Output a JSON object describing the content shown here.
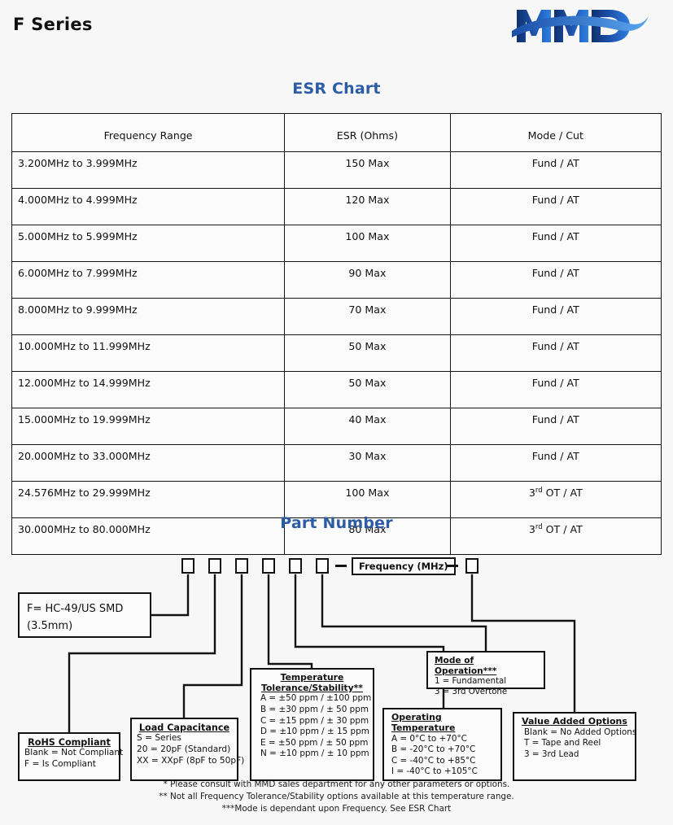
{
  "header": {
    "series_title": "F Series",
    "logo_text": "MMD",
    "logo_color": "#1b4fa8"
  },
  "esr_section": {
    "title": "ESR Chart",
    "title_color": "#2d5ca6",
    "columns": [
      "Frequency Range",
      "ESR (Ohms)",
      "Mode / Cut"
    ],
    "rows": [
      {
        "freq": "3.200MHz to 3.999MHz",
        "esr": "150 Max",
        "mode_num": "",
        "mode_sup": "",
        "mode_rest": "Fund / AT"
      },
      {
        "freq": "4.000MHz to 4.999MHz",
        "esr": "120 Max",
        "mode_num": "",
        "mode_sup": "",
        "mode_rest": "Fund / AT"
      },
      {
        "freq": "5.000MHz to 5.999MHz",
        "esr": "100 Max",
        "mode_num": "",
        "mode_sup": "",
        "mode_rest": "Fund / AT"
      },
      {
        "freq": "6.000MHz to 7.999MHz",
        "esr": "90 Max",
        "mode_num": "",
        "mode_sup": "",
        "mode_rest": "Fund / AT"
      },
      {
        "freq": "8.000MHz to 9.999MHz",
        "esr": "70 Max",
        "mode_num": "",
        "mode_sup": "",
        "mode_rest": "Fund / AT"
      },
      {
        "freq": "10.000MHz to 11.999MHz",
        "esr": "50 Max",
        "mode_num": "",
        "mode_sup": "",
        "mode_rest": "Fund / AT"
      },
      {
        "freq": "12.000MHz to 14.999MHz",
        "esr": "50 Max",
        "mode_num": "",
        "mode_sup": "",
        "mode_rest": "Fund / AT"
      },
      {
        "freq": "15.000MHz to 19.999MHz",
        "esr": "40 Max",
        "mode_num": "",
        "mode_sup": "",
        "mode_rest": "Fund / AT"
      },
      {
        "freq": "20.000MHz to 33.000MHz",
        "esr": "30 Max",
        "mode_num": "",
        "mode_sup": "",
        "mode_rest": "Fund / AT"
      },
      {
        "freq": "24.576MHz to 29.999MHz",
        "esr": "100 Max",
        "mode_num": "3",
        "mode_sup": "rd",
        "mode_rest": " OT / AT"
      },
      {
        "freq": "30.000MHz to 80.000MHz",
        "esr": "80 Max",
        "mode_num": "3",
        "mode_sup": "rd",
        "mode_rest": " OT / AT"
      }
    ]
  },
  "part_number": {
    "title": "Part Number",
    "slot_count": 6,
    "frequency_box": "Frequency (MHz)",
    "package_box": {
      "line1": "F= HC-49/US SMD",
      "line2": "(3.5mm)"
    },
    "rohs": {
      "title": "RoHS Compliant",
      "items": [
        "Blank = Not Compliant",
        "F = Is Compliant"
      ]
    },
    "load_capacitance": {
      "title": "Load Capacitance",
      "items": [
        "S = Series",
        "20 = 20pF (Standard)",
        "XX = XXpF (8pF to 50pF)"
      ]
    },
    "temperature_tolerance": {
      "title_line1": "Temperature",
      "title_line2": "Tolerance/Stability",
      "title_stars": "**",
      "items": [
        "A = ±50 ppm / ±100 ppm",
        "B = ±30 ppm / ±  50 ppm",
        "C = ±15 ppm / ±  30 ppm",
        "D = ±10 ppm / ±  15 ppm",
        "E = ±50 ppm / ±  50 ppm",
        "N = ±10 ppm / ±  10 ppm"
      ]
    },
    "operating_temperature": {
      "title": "Operating Temperature",
      "items": [
        "A =    0°C to +70°C",
        "B = -20°C to +70°C",
        "C = -40°C to +85°C",
        "I  = -40°C to +105°C"
      ]
    },
    "mode_of_operation": {
      "title": "Mode of Operation",
      "title_stars": "***",
      "items": [
        "1 = Fundamental",
        "3 = 3rd Overtone"
      ]
    },
    "value_added_options": {
      "title": "Value Added Options",
      "items": [
        "Blank = No Added Options",
        "T = Tape and Reel",
        "3 = 3rd Lead"
      ]
    }
  },
  "footnotes": [
    "* Please consult with MMD sales department for any other parameters or options.",
    "** Not all Frequency Tolerance/Stability options available at this temperature range.",
    "***Mode is dependant upon Frequency. See ESR Chart"
  ]
}
